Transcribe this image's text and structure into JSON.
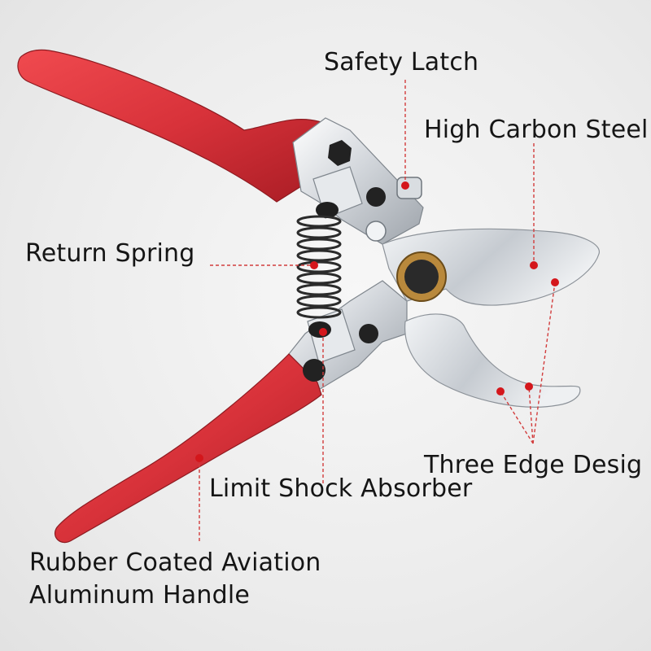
{
  "labels": {
    "safety_latch": "Safety Latch",
    "high_carbon_steel": "High Carbon Steel",
    "return_spring": "Return Spring",
    "three_edge_design": "Three Edge Desig",
    "limit_shock_absorber": "Limit Shock Absorber",
    "handle_line1": "Rubber Coated Aviation",
    "handle_line2": "Aluminum Handle"
  },
  "colors": {
    "handle_red": "#d8323a",
    "blade_steel": "#c9ced4",
    "callout_dot": "#d4161b",
    "callout_line": "#d23c3c",
    "label_text": "#151515"
  }
}
